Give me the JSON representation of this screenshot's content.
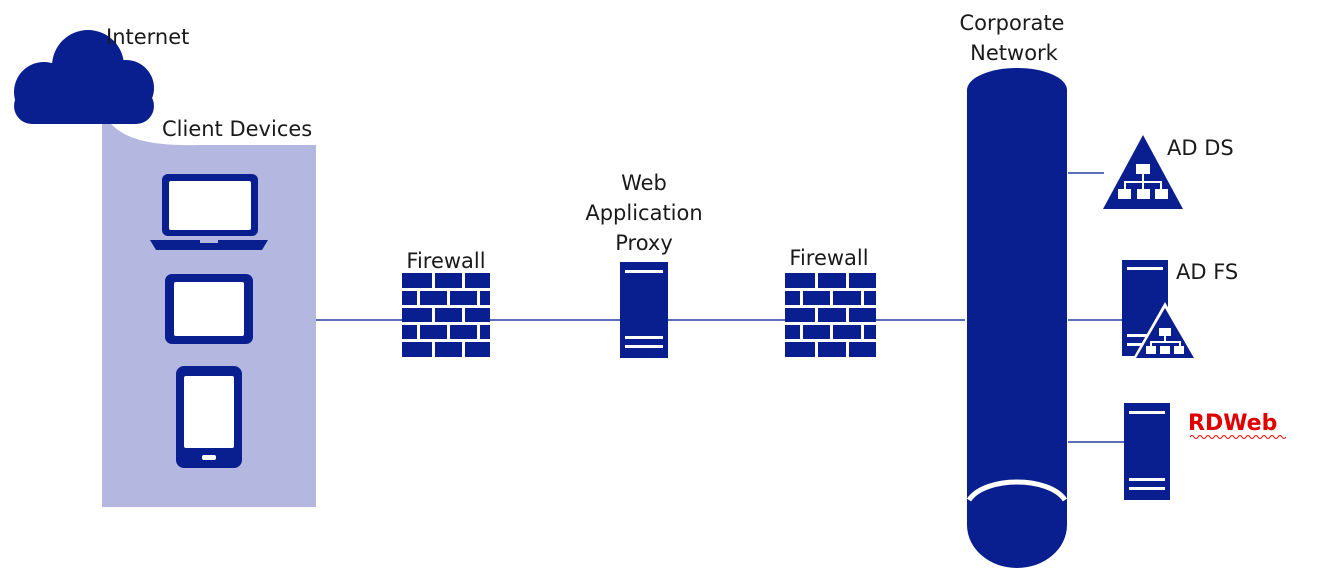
{
  "labels": {
    "internet": "Internet",
    "client_devices": "Client Devices",
    "firewall_left": "Firewall",
    "wap_line1": "Web",
    "wap_line2": "Application",
    "wap_line3": "Proxy",
    "firewall_right": "Firewall",
    "corp_line1": "Corporate",
    "corp_line2": "Network",
    "adds": "AD DS",
    "adfs": "AD FS",
    "rdweb": "RDWeb"
  },
  "colors": {
    "primary": "#0a1f8f",
    "client_panel": "#b4b8e0",
    "line": "#5a6fb8",
    "highlight": "#e00000",
    "text": "#1a1a1a"
  },
  "icons": [
    "cloud-icon",
    "laptop-icon",
    "tablet-icon",
    "phone-icon",
    "firewall-icon",
    "server-icon",
    "network-pipe-icon",
    "directory-icon"
  ]
}
